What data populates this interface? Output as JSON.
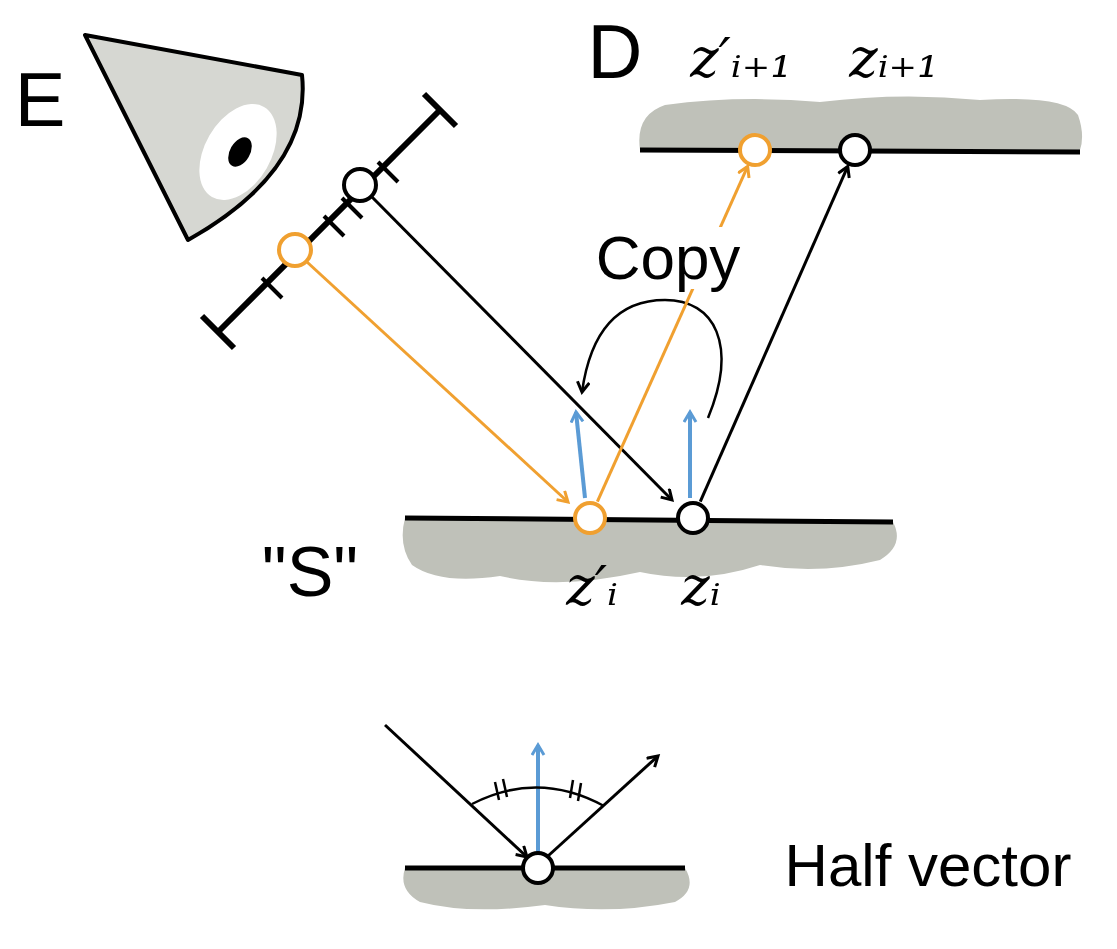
{
  "diagram": {
    "nodes": [
      {
        "text": [
          "z′ᵢ₊₁"
        ]
      },
      {
        "text": [
          "zᵢ₊₁"
        ]
      },
      {
        "text": [
          "z′ᵢ"
        ]
      },
      {
        "text": [
          "zᵢ"
        ]
      }
    ],
    "edges": [
      {
        "from": 2,
        "to": 0,
        "arrow": "to"
      },
      {
        "from": 3,
        "to": 1,
        "arrow": "to"
      }
    ],
    "labels": [
      "E",
      "D",
      "Copy",
      "\"S\"",
      "Half vector"
    ]
  }
}
